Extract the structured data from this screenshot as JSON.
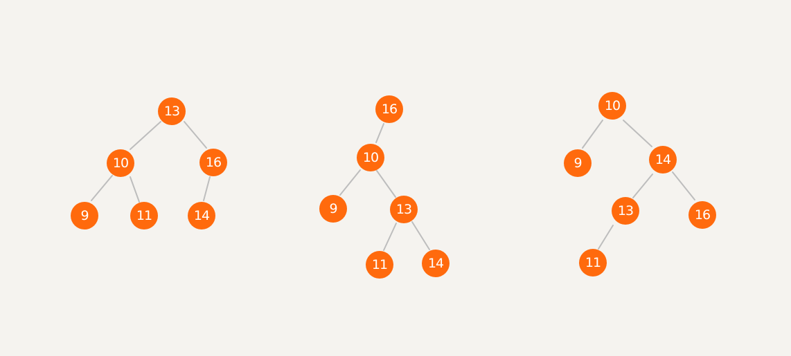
{
  "colors": {
    "background": "#f5f3ef",
    "node_fill": "#ff6a0d",
    "node_text": "#ffffff",
    "edge": "#bdbdbd"
  },
  "trees": [
    {
      "nodes": [
        {
          "id": "a13",
          "label": "13"
        },
        {
          "id": "a10",
          "label": "10"
        },
        {
          "id": "a16",
          "label": "16"
        },
        {
          "id": "a9",
          "label": "9"
        },
        {
          "id": "a11",
          "label": "11"
        },
        {
          "id": "a14",
          "label": "14"
        }
      ],
      "edges": [
        [
          "a13",
          "a10"
        ],
        [
          "a13",
          "a16"
        ],
        [
          "a10",
          "a9"
        ],
        [
          "a10",
          "a11"
        ],
        [
          "a16",
          "a14"
        ]
      ]
    },
    {
      "nodes": [
        {
          "id": "b16",
          "label": "16"
        },
        {
          "id": "b10",
          "label": "10"
        },
        {
          "id": "b9",
          "label": "9"
        },
        {
          "id": "b13",
          "label": "13"
        },
        {
          "id": "b11",
          "label": "11"
        },
        {
          "id": "b14",
          "label": "14"
        }
      ],
      "edges": [
        [
          "b16",
          "b10"
        ],
        [
          "b10",
          "b9"
        ],
        [
          "b10",
          "b13"
        ],
        [
          "b13",
          "b11"
        ],
        [
          "b13",
          "b14"
        ]
      ]
    },
    {
      "nodes": [
        {
          "id": "c10",
          "label": "10"
        },
        {
          "id": "c9",
          "label": "9"
        },
        {
          "id": "c14",
          "label": "14"
        },
        {
          "id": "c13",
          "label": "13"
        },
        {
          "id": "c16",
          "label": "16"
        },
        {
          "id": "c11",
          "label": "11"
        }
      ],
      "edges": [
        [
          "c10",
          "c9"
        ],
        [
          "c10",
          "c14"
        ],
        [
          "c14",
          "c13"
        ],
        [
          "c14",
          "c16"
        ],
        [
          "c13",
          "c11"
        ]
      ]
    }
  ]
}
